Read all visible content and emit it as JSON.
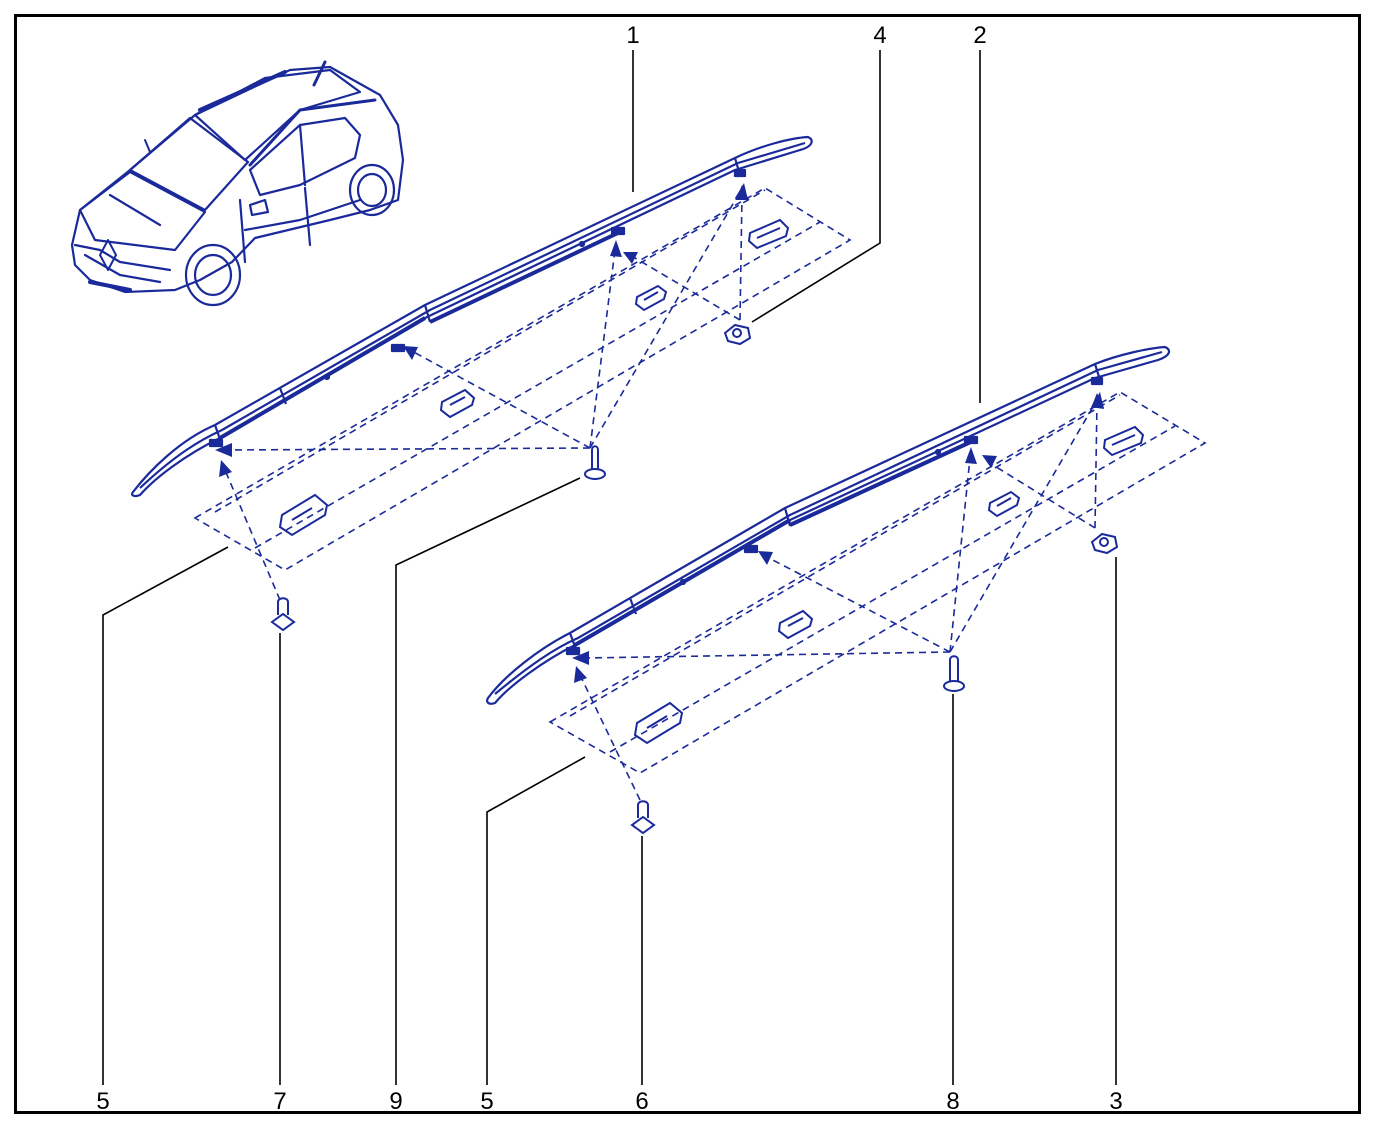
{
  "diagram": {
    "line_color": "#1a2a9a",
    "leader_color": "#000000",
    "callouts_top": [
      {
        "id": "c1",
        "label": "1"
      },
      {
        "id": "c4",
        "label": "4"
      },
      {
        "id": "c2",
        "label": "2"
      }
    ],
    "callouts_bottom": [
      {
        "id": "b5a",
        "label": "5"
      },
      {
        "id": "b7",
        "label": "7"
      },
      {
        "id": "b9",
        "label": "9"
      },
      {
        "id": "b5b",
        "label": "5"
      },
      {
        "id": "b6",
        "label": "6"
      },
      {
        "id": "b8",
        "label": "8"
      },
      {
        "id": "b3",
        "label": "3"
      }
    ]
  }
}
